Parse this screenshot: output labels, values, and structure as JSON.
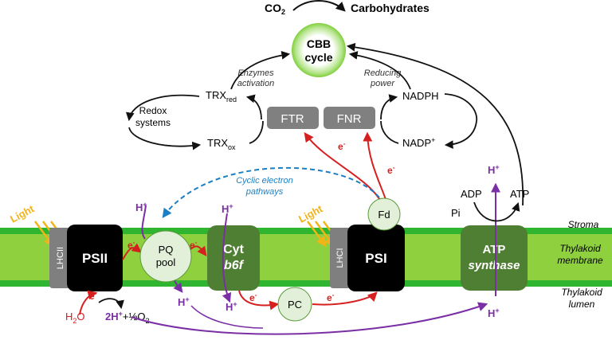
{
  "co2": {
    "base": "CO",
    "sub": "2"
  },
  "carbohydrates": "Carbohydrates",
  "cbb": {
    "line1": "CBB",
    "line2": "cycle"
  },
  "enzymes": {
    "line1": "Enzymes",
    "line2": "activation"
  },
  "reducing": {
    "line1": "Reducing",
    "line2": "power"
  },
  "trx_red": {
    "base": "TRX",
    "sub": "red"
  },
  "trx_ox": {
    "base": "TRX",
    "sub": "ox"
  },
  "redox": {
    "line1": "Redox",
    "line2": "systems"
  },
  "ftr": "FTR",
  "fnr": "FNR",
  "nadph": "NADPH",
  "nadp": {
    "base": "NADP",
    "sup": "+"
  },
  "electron": {
    "base": "e",
    "sup": "-"
  },
  "proton": {
    "base": "H",
    "sup": "+"
  },
  "cyclic": {
    "line1": "Cyclic electron",
    "line2": "pathways"
  },
  "fd": "Fd",
  "pc": "PC",
  "adp": "ADP",
  "pi": "Pi",
  "atp": "ATP",
  "light": "Light",
  "lhcii": "LHCII",
  "lhci": "LHCI",
  "psii": "PSII",
  "psi": "PSI",
  "pq": {
    "line1": "PQ",
    "line2": "pool"
  },
  "cyt": {
    "line1": "Cyt",
    "line2": "b6f"
  },
  "atp_synthase": {
    "line1": "ATP",
    "line2": "synthase"
  },
  "h2o": {
    "base": "H",
    "sub": "2",
    "tail": "O"
  },
  "products": {
    "coef": "2H",
    "sup": "+",
    "mid": "+½O",
    "sub": "2"
  },
  "regions": {
    "stroma": "Stroma",
    "membrane": {
      "line1": "Thylakoid",
      "line2": "membrane"
    },
    "lumen": {
      "line1": "Thylakoid",
      "line2": "lumen"
    }
  },
  "colors": {
    "membrane_outer": "#2fb52f",
    "membrane_inner": "#8fd03f",
    "complex_green": "#4f7f33",
    "black": "#000000",
    "lhc_gray": "#7f7f7f",
    "carrier_fill": "#e2f0d9",
    "electron_red": "#d62020",
    "proton_purple": "#7a2fa5",
    "cyclic_blue": "#1a7fc4",
    "light_yellow": "#f2b416"
  }
}
